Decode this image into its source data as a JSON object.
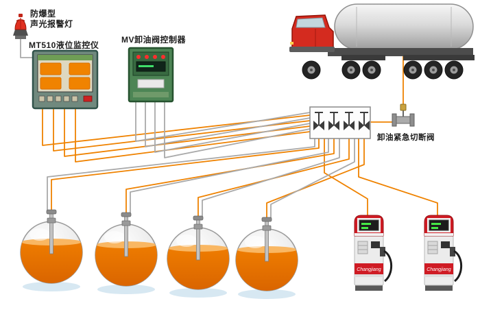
{
  "labels": {
    "alarm_line1": "防爆型",
    "alarm_line2": "声光报警灯",
    "level_monitor": "MT510液位监控仪",
    "valve_controller": "MV卸油阀控制器",
    "emergency_valve": "卸油紧急切断阀",
    "dispenser_brand": "Changjiang"
  },
  "colors": {
    "wire_orange": "#ef8200",
    "wire_gray": "#a9a9a9",
    "tank_liquid": "#ee7c00",
    "truck_cab_red": "#d42b1f",
    "dispenser_red": "#cf1b24",
    "controller_green": "#4d8555",
    "led_red": "#ff2d2d"
  }
}
